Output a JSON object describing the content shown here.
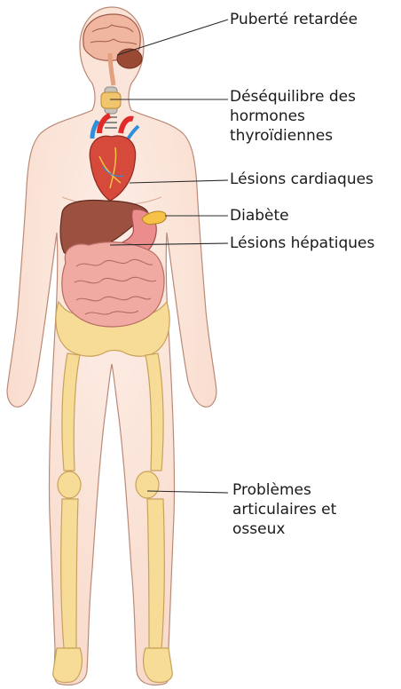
{
  "labels": {
    "puberty": "Puberté retardée",
    "thyroid": [
      "Déséquilibre des",
      "hormones",
      "thyroïdiennes"
    ],
    "heart": "Lésions cardiaques",
    "diabetes": "Diabète",
    "liver": "Lésions hépatiques",
    "joints": [
      "Problèmes",
      "articulaires et",
      "osseux"
    ]
  },
  "colors": {
    "skin": "#fbe3d6",
    "skin_outline": "#b98a77",
    "bone": "#f7dc97",
    "bone_outline": "#c8a259",
    "liver": "#9c5140",
    "stomach": "#ec8d8d",
    "intestine": "#f0aaa2",
    "heart": "#d64a3c",
    "aorta": "#e02b2b",
    "vein": "#2f8fd8",
    "pancreas": "#f5c247",
    "brain": "#f1b6a0",
    "leader_line": "#2b2b2b"
  }
}
